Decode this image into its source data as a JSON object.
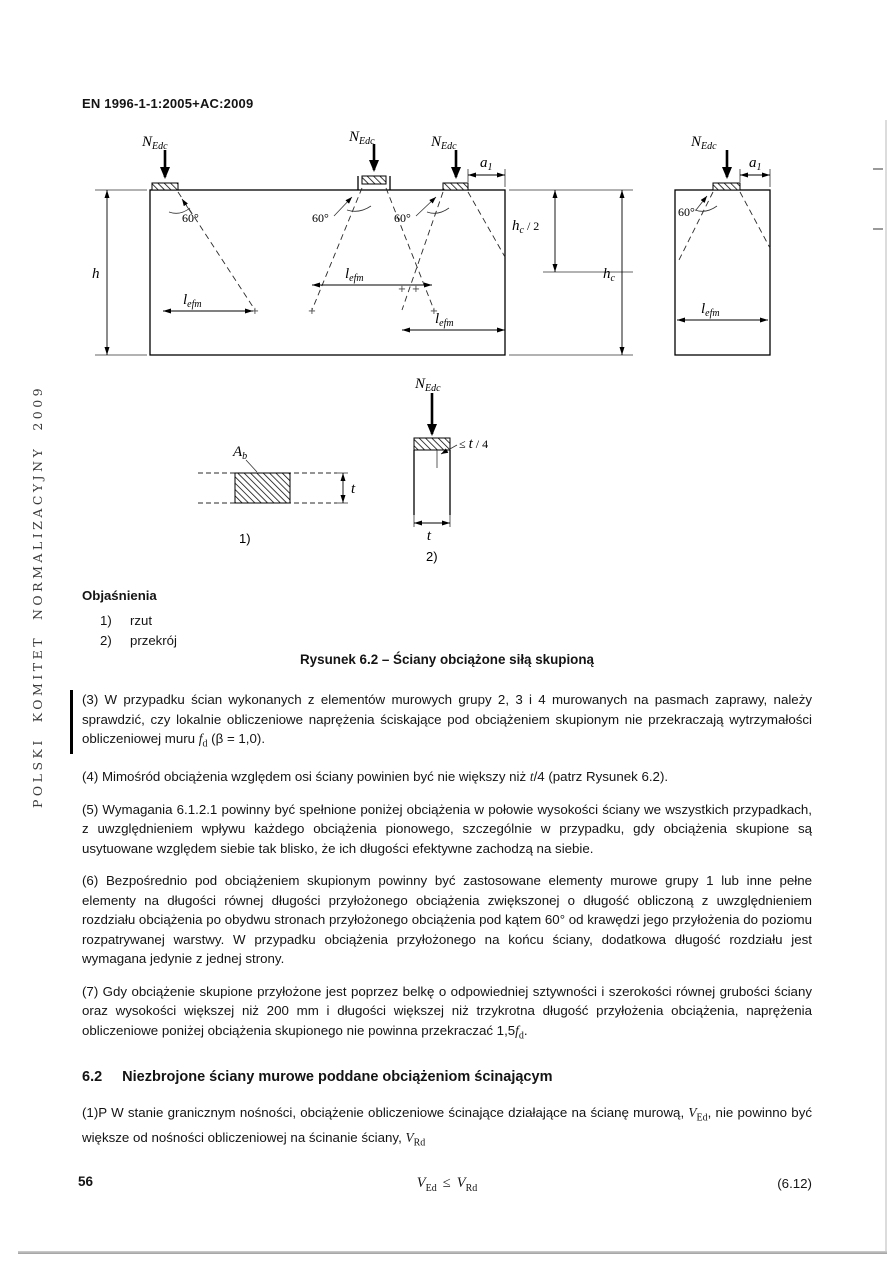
{
  "page": {
    "header": "EN 1996-1-1:2005+AC:2009",
    "sidebar": "POLSKI  KOMITET  NORMALIZACYJNY  2009",
    "page_number": "56"
  },
  "figure": {
    "load_N": "N",
    "load_sub": "Edc",
    "angle": "60°",
    "h": "h",
    "hc": "h",
    "hc_sub": "c",
    "half": " / 2",
    "lefm": "l",
    "lefm_sub": "efm",
    "a": "a",
    "a_sub": "1",
    "t": "t",
    "Ab": "A",
    "Ab_sub": "b",
    "ecc_le": "≤ ",
    "ecc_t": "t",
    "ecc_frac": " / 4",
    "view1": "1)",
    "view2": "2)",
    "plus": "+",
    "caption": "Rysunek 6.2 – Ściany obciążone siłą skupioną"
  },
  "explanations": {
    "title": "Objaśnienia",
    "items": [
      {
        "num": "1)",
        "text": "rzut"
      },
      {
        "num": "2)",
        "text": "przekrój"
      }
    ]
  },
  "body": {
    "p3": {
      "t1": "(3) W przypadku ścian wykonanych z elementów murowych grupy 2, 3 i 4 murowanych na pasmach zaprawy, należy sprawdzić, czy lokalnie obliczeniowe naprężenia ściskające pod obciążeniem skupionym nie przekraczają wytrzymałości obliczeniowej muru ",
      "f": "f",
      "f_sub": "d",
      "t2": " (β = 1,0)."
    },
    "p4": {
      "t1": "(4) Mimośród obciążenia względem osi ściany powinien być nie większy niż ",
      "var": "t",
      "t2": "/4 (patrz Rysunek 6.2)."
    },
    "p5": "(5) Wymagania 6.1.2.1 powinny być spełnione poniżej obciążenia w połowie wysokości ściany we wszystkich przypadkach, z uwzględnieniem wpływu każdego obciążenia pionowego, szczególnie w przypadku, gdy obciążenia skupione są usytuowane względem siebie tak blisko, że ich długości efektywne zachodzą na siebie.",
    "p6": "(6) Bezpośrednio pod obciążeniem skupionym powinny być zastosowane elementy murowe grupy 1 lub inne pełne elementy na długości równej długości przyłożonego obciążenia zwiększonej o długość obliczoną z uwzględnieniem rozdziału obciążenia po obydwu stronach przyłożonego obciążenia pod kątem 60° od krawędzi jego przyłożenia do poziomu rozpatrywanej warstwy. W przypadku obciążenia przyłożonego na końcu ściany, dodatkowa długość rozdziału jest wymagana jedynie z jednej strony.",
    "p7": {
      "t1": "(7) Gdy obciążenie skupione przyłożone jest poprzez belkę o odpowiedniej sztywności i szerokości równej grubości ściany oraz wysokości większej niż 200 mm i długości większej niż trzykrotna długość przyłożenia obciążenia, naprężenia obliczeniowe poniżej obciążenia skupionego nie powinna przekraczać 1,5",
      "f": "f",
      "f_sub": "d",
      "t2": "."
    },
    "section": {
      "num": "6.2",
      "title": "Niezbrojone ściany murowe poddane obciążeniom ścinającym"
    },
    "p1p": {
      "t1": "(1)P W stanie granicznym nośności, obciążenie obliczeniowe ścinające działające na ścianę murową, ",
      "v1": "V",
      "v1_sub": "Ed",
      "t2": ", nie powinno być większe od nośności obliczeniowej na ścinanie ściany, ",
      "v2": "V",
      "v2_sub": "Rd"
    },
    "formula": {
      "v1": "V",
      "v1_sub": "Ed",
      "rel": "≤",
      "v2": "V",
      "v2_sub": "Rd",
      "number": "(6.12)"
    }
  }
}
